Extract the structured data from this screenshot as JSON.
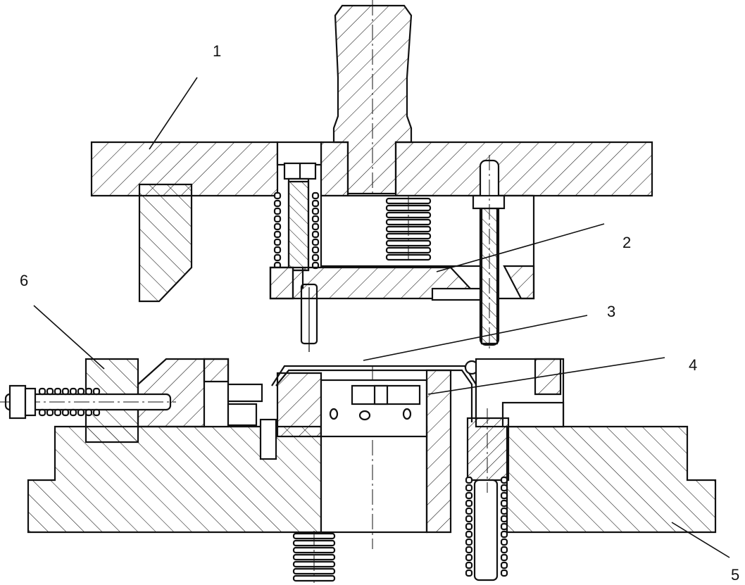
{
  "colors": {
    "line": "#111111",
    "background": "#ffffff"
  },
  "labels": {
    "part_1": "1",
    "part_2": "2",
    "part_3": "3",
    "part_4": "4",
    "part_5": "5",
    "part_6": "6"
  }
}
